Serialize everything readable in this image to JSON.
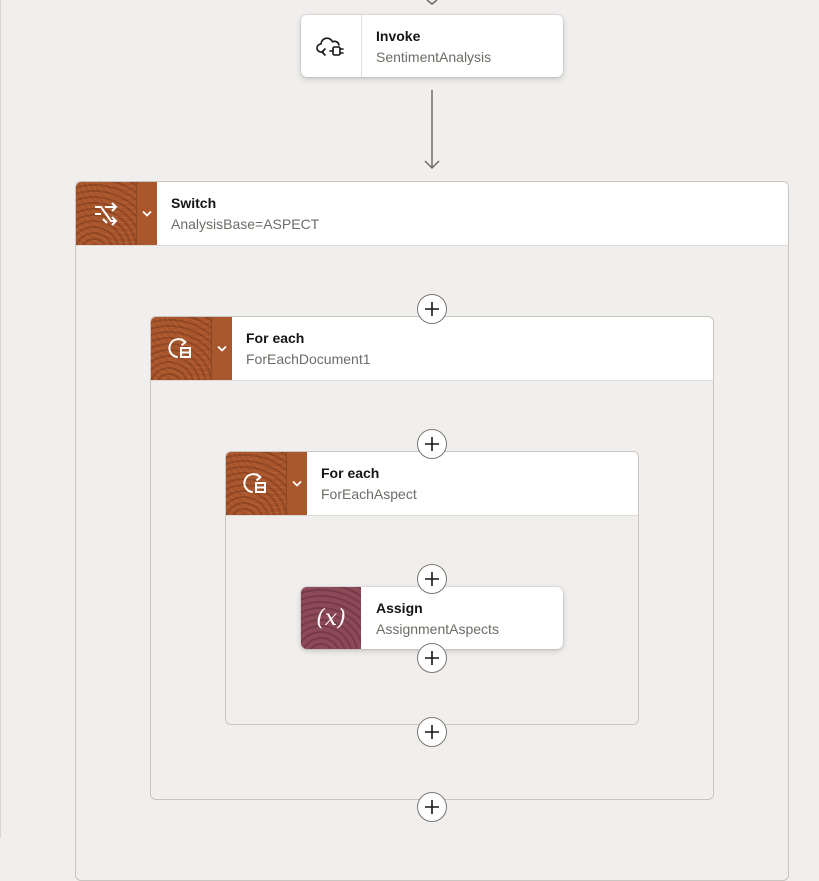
{
  "nodes": {
    "invoke": {
      "title": "Invoke",
      "subtitle": "SentimentAnalysis",
      "icon": "cloud-plug-icon"
    },
    "switch": {
      "title": "Switch",
      "subtitle": "AnalysisBase=ASPECT",
      "icon": "switch-arrows-icon"
    },
    "foreach_document": {
      "title": "For each",
      "subtitle": "ForEachDocument1",
      "icon": "loop-icon"
    },
    "foreach_aspect": {
      "title": "For each",
      "subtitle": "ForEachAspect",
      "icon": "loop-icon"
    },
    "assign": {
      "title": "Assign",
      "subtitle": "AssignmentAspects",
      "icon_text": "(x)"
    }
  },
  "colors": {
    "canvas": "#f1efed",
    "action_tile": "#a8552b",
    "assign_tile": "#8c4a59",
    "connector": "#6f6b66"
  }
}
